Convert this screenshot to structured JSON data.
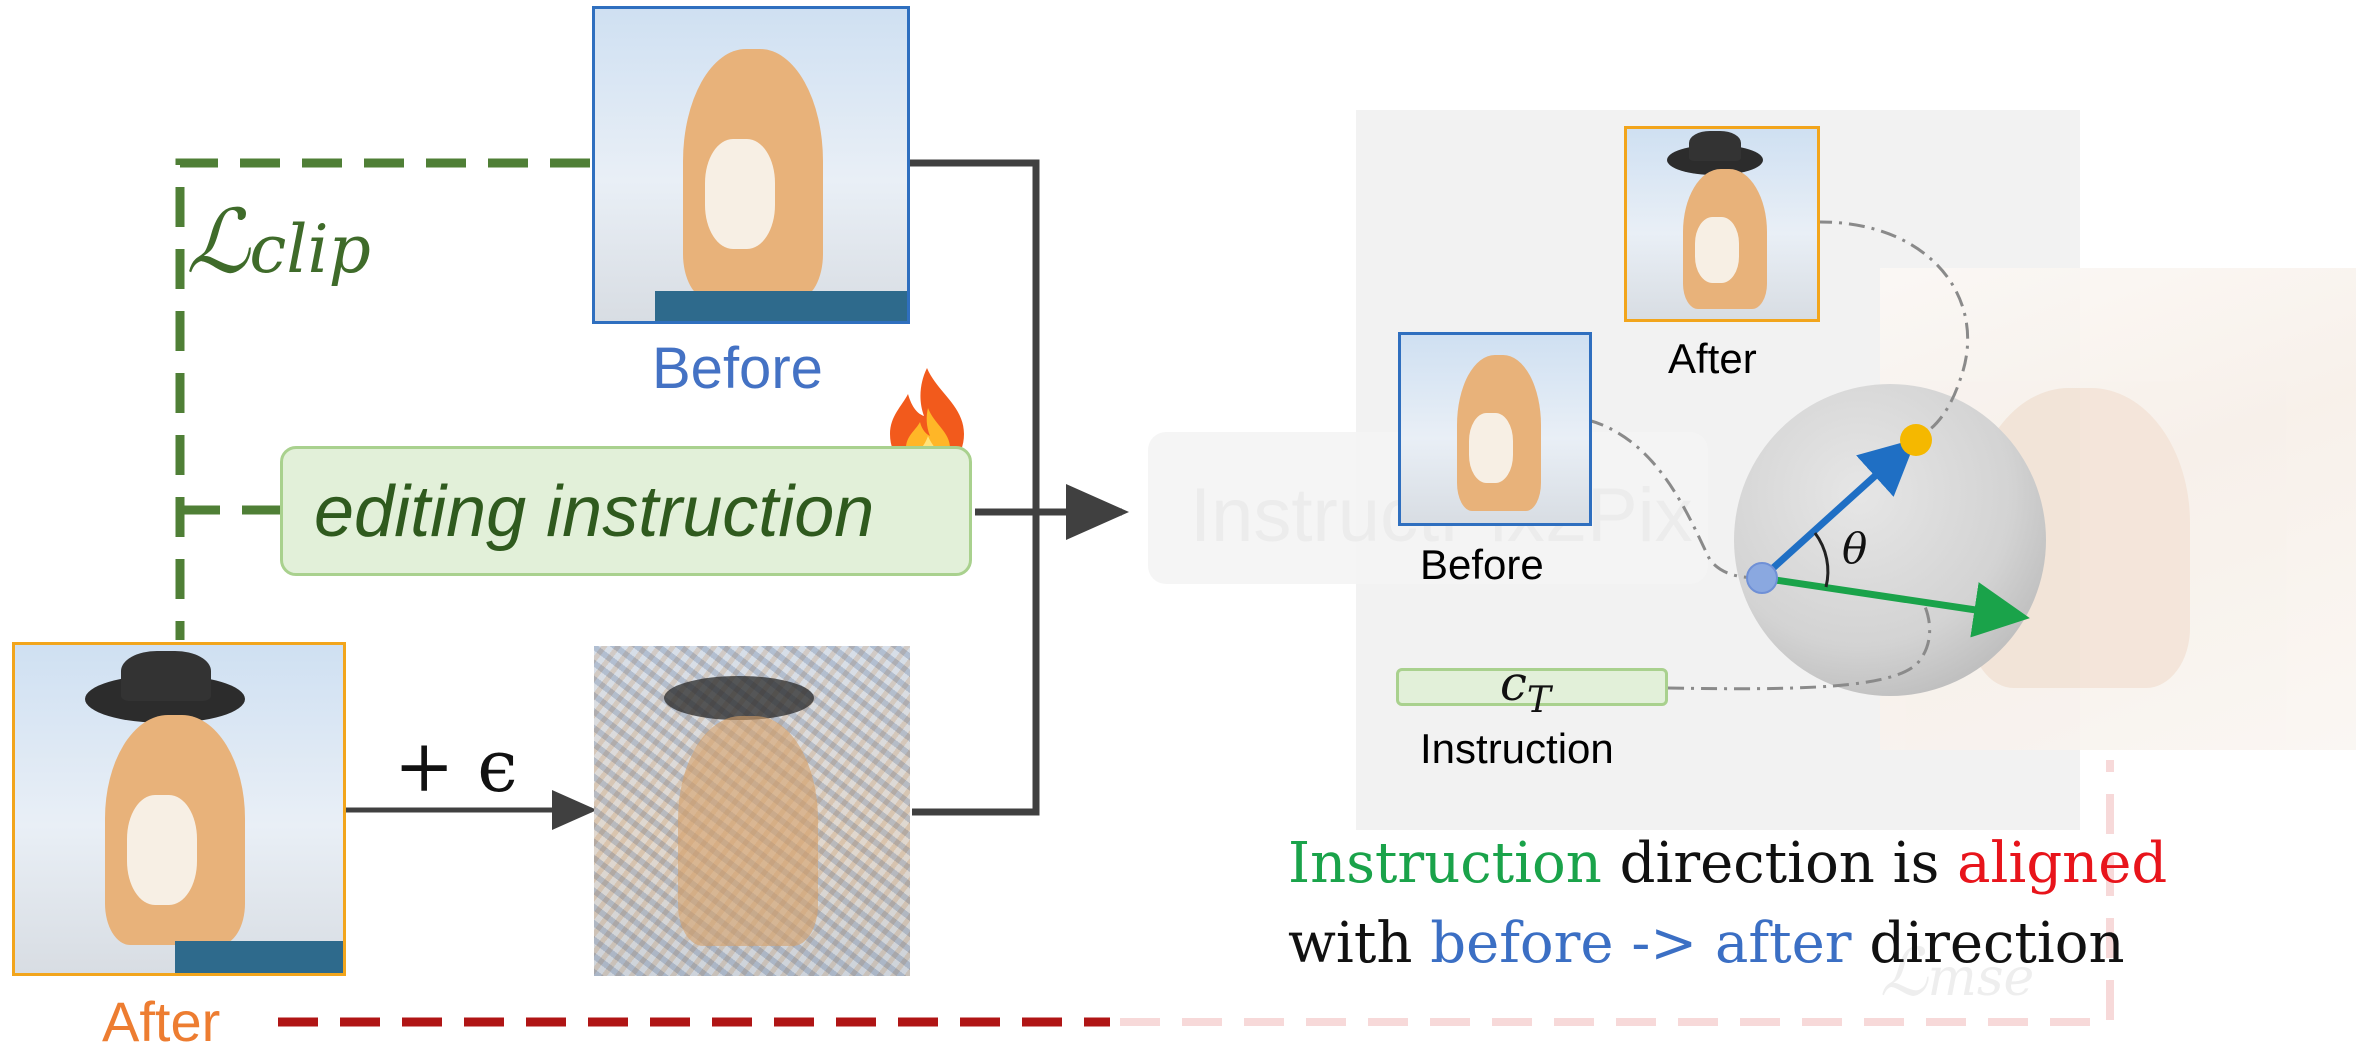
{
  "labels": {
    "before_top": "Before",
    "after_left": "After",
    "editing_instruction": "editing instruction",
    "noise": "+ ϵ",
    "loss_clip_L": "ℒ",
    "loss_clip_sub": "clip",
    "faded_model": "InstructPix2Pix",
    "faded_loss_L": "ℒ",
    "faded_loss_sub": "mse",
    "inset_after": "After",
    "inset_before": "Before",
    "inset_instruction": "Instruction",
    "inset_ct_main": "c",
    "inset_ct_sub": "T",
    "theta": "θ"
  },
  "statement": {
    "line1": [
      {
        "text": "Instruction",
        "color": "#1aa34a"
      },
      {
        "text": " direction is ",
        "color": "#111111"
      },
      {
        "text": "aligned",
        "color": "#e8141b"
      }
    ],
    "line2": [
      {
        "text": "with ",
        "color": "#111111"
      },
      {
        "text": "before -> after",
        "color": "#3b6fc4"
      },
      {
        "text": " direction",
        "color": "#111111"
      }
    ]
  },
  "icons": {
    "flame": "fire-icon"
  },
  "colors": {
    "before_border": "#2f6fbf",
    "after_border": "#f2a51c",
    "before_text": "#4472c4",
    "after_text": "#ed7d31",
    "green_dash": "#4f7f36",
    "red_dash": "#b01515",
    "instruction_fill": "#e2f0d9",
    "instruction_border": "#a9d18e",
    "instruction_text": "#2f5a1e",
    "arrow_blue": "#1f6fc4",
    "arrow_green": "#1aa34a",
    "point_yellow": "#f5b800"
  }
}
